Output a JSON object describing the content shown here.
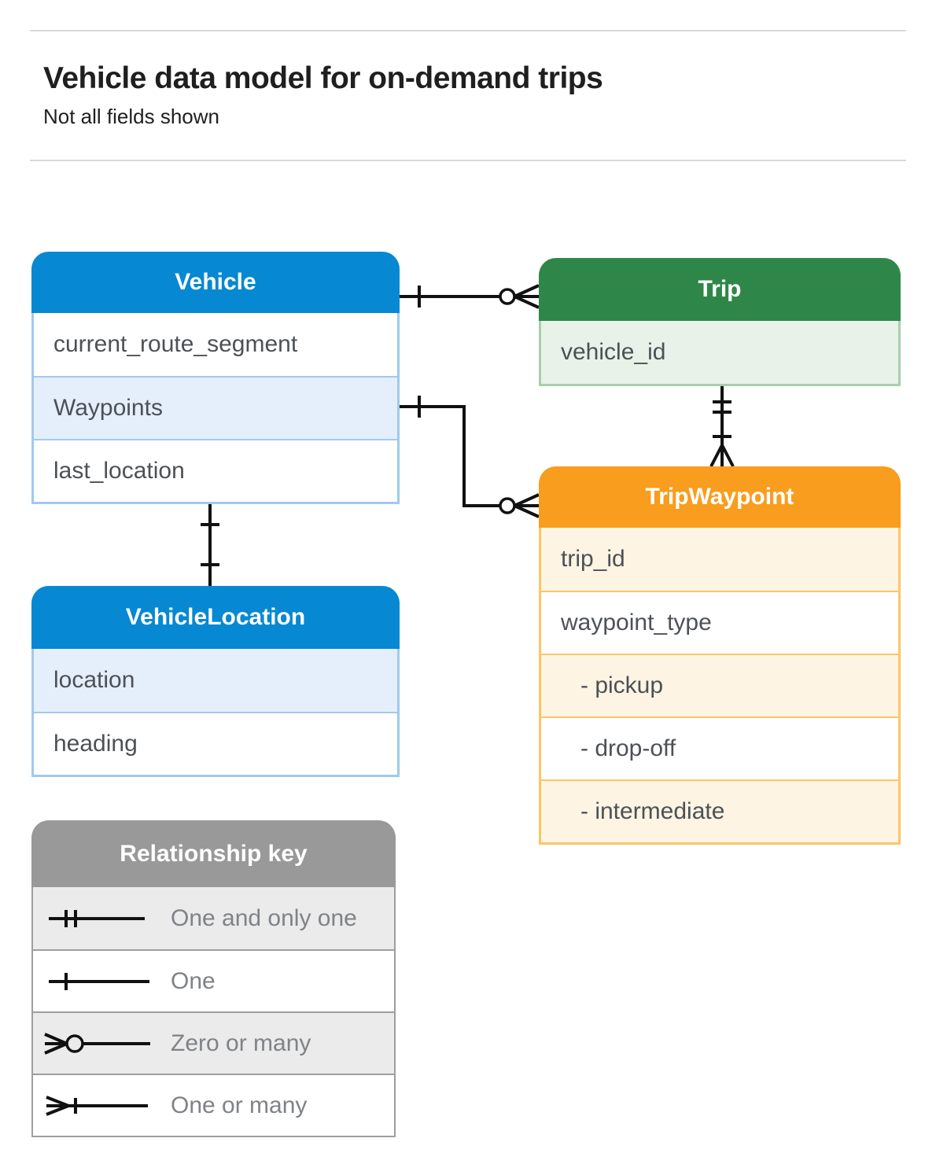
{
  "page": {
    "title": "Vehicle data model for on-demand trips",
    "subtitle": "Not all fields shown"
  },
  "tables": {
    "vehicle": {
      "title": "Vehicle",
      "rows": [
        {
          "label": "current_route_segment",
          "shaded": false
        },
        {
          "label": "Waypoints",
          "shaded": true
        },
        {
          "label": "last_location",
          "shaded": false
        }
      ]
    },
    "trip": {
      "title": "Trip",
      "rows": [
        {
          "label": "vehicle_id",
          "shaded": true
        }
      ]
    },
    "trip_waypoint": {
      "title": "TripWaypoint",
      "rows": [
        {
          "label": "trip_id",
          "shaded": true
        },
        {
          "label": "waypoint_type",
          "shaded": false
        },
        {
          "label": "- pickup",
          "shaded": true,
          "indent": true
        },
        {
          "label": "- drop-off",
          "shaded": false,
          "indent": true
        },
        {
          "label": "- intermediate",
          "shaded": true,
          "indent": true
        }
      ]
    },
    "vehicle_location": {
      "title": "VehicleLocation",
      "rows": [
        {
          "label": "location",
          "shaded": true
        },
        {
          "label": "heading",
          "shaded": false
        }
      ]
    }
  },
  "legend": {
    "title": "Relationship key",
    "items": [
      {
        "symbol": "one-and-only-one",
        "label": "One and only one"
      },
      {
        "symbol": "one",
        "label": "One"
      },
      {
        "symbol": "zero-or-many",
        "label": "Zero or many"
      },
      {
        "symbol": "one-or-many",
        "label": "One or many"
      }
    ]
  },
  "relationships": [
    {
      "from": "Vehicle",
      "to": "Trip",
      "from_cardinality": "one",
      "to_cardinality": "zero-or-many"
    },
    {
      "from": "Vehicle.Waypoints",
      "to": "TripWaypoint",
      "from_cardinality": "one",
      "to_cardinality": "zero-or-many"
    },
    {
      "from": "Trip",
      "to": "TripWaypoint",
      "from_cardinality": "one-and-only-one",
      "to_cardinality": "one-or-many"
    },
    {
      "from": "Vehicle",
      "to": "VehicleLocation",
      "from_cardinality": "one",
      "to_cardinality": "one"
    }
  ],
  "colors": {
    "blue_header": "#0688d2",
    "blue_row": "#e5effb",
    "blue_border": "#a0c9ef",
    "green_header": "#2e8749",
    "green_row": "#e8f2e9",
    "green_border": "#a6cfad",
    "orange_header": "#f89d1d",
    "orange_row": "#fdf4e3",
    "orange_border": "#fac767",
    "gray_header": "#999999",
    "gray_row": "#ebebeb",
    "divider": "#d9d9d9",
    "row_text": "#4d5156",
    "legend_text": "#7f8287",
    "connector": "#111111"
  }
}
